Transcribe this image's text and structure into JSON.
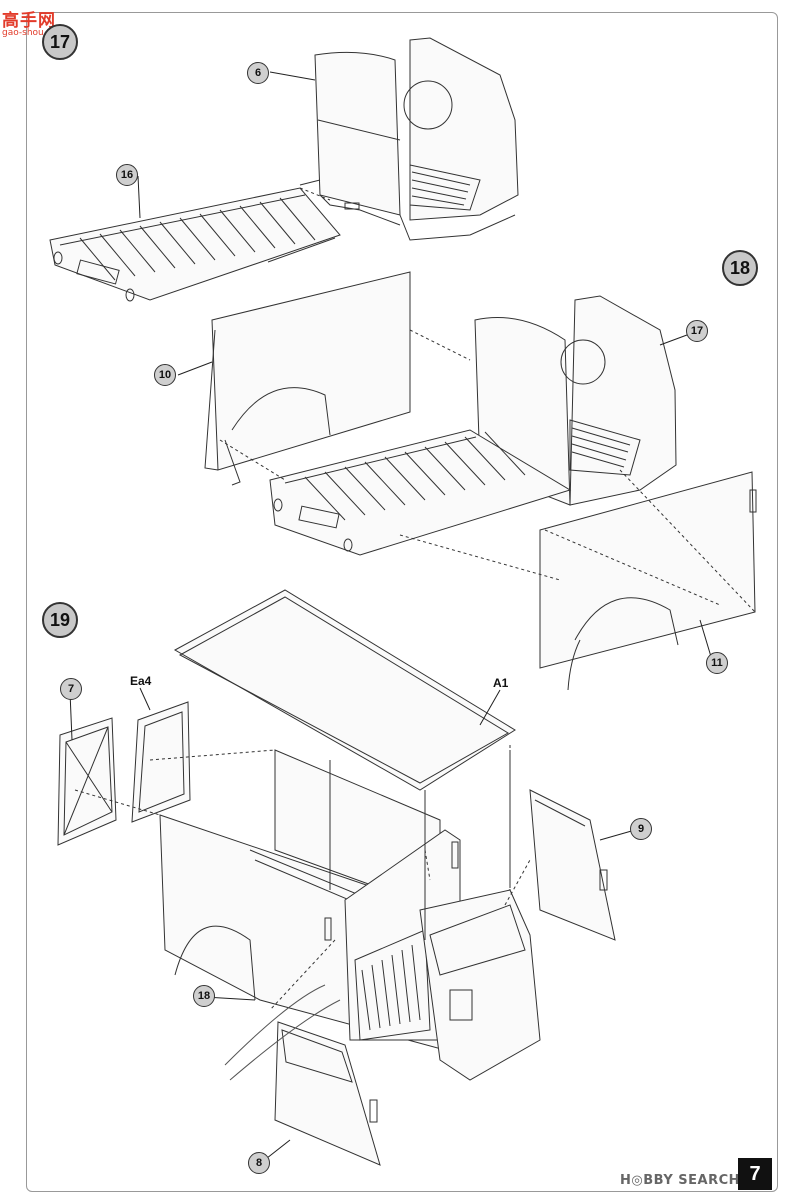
{
  "watermark": {
    "top": "高手网",
    "bottom": "gao-shou.com"
  },
  "steps": [
    "17",
    "18",
    "19"
  ],
  "parts": {
    "p6": "6",
    "p16": "16",
    "p10": "10",
    "p17": "17",
    "p11": "11",
    "p7": "7",
    "pEa4": "Ea4",
    "pA1": "A1",
    "p9": "9",
    "p18": "18",
    "p8": "8"
  },
  "page_number": "7",
  "hobby_search": "H◎BBY SEARCH"
}
